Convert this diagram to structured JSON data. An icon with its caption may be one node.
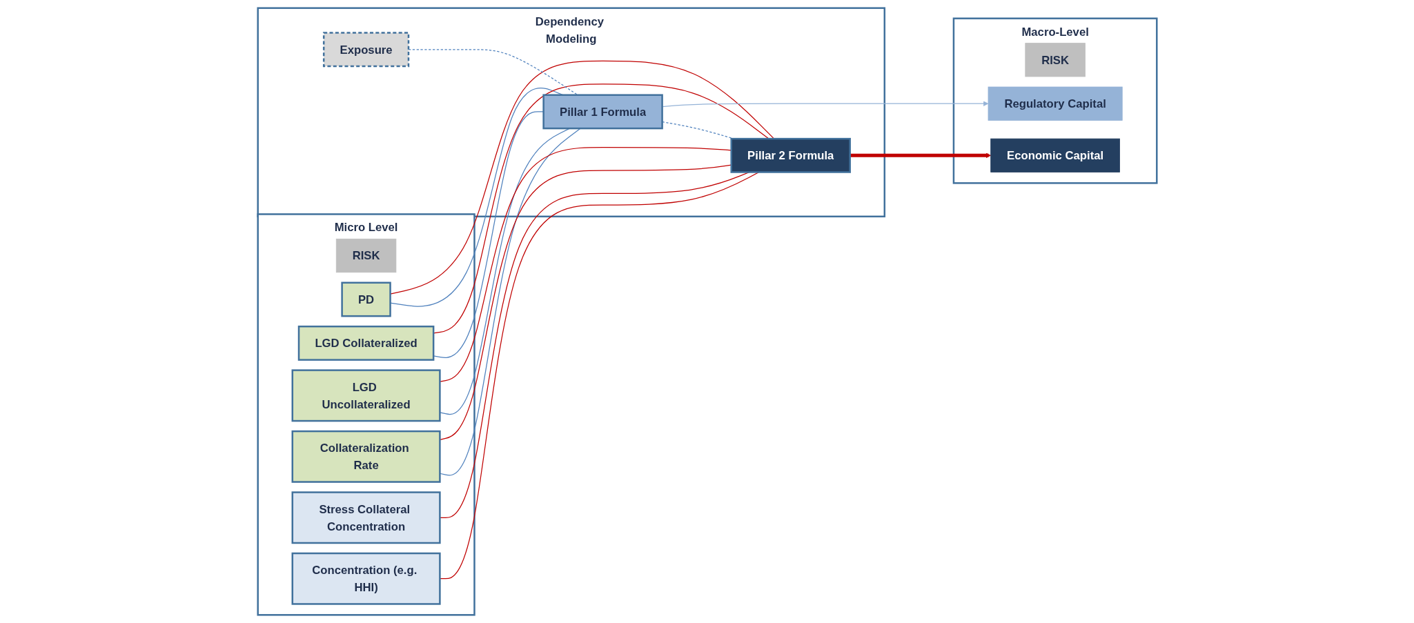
{
  "diagram": {
    "nodes": [
      {
        "text": [
          "Micro Level"
        ]
      },
      {
        "text": [
          "RISK"
        ],
        "in": 0
      },
      {
        "text": [
          "PD"
        ],
        "in": 0
      },
      {
        "text": [
          "LGD Collateralized"
        ],
        "in": 0
      },
      {
        "text": [
          "LGD Uncollateralized"
        ],
        "in": 0
      },
      {
        "text": [
          "Collateralization Rate"
        ],
        "in": 0
      },
      {
        "text": [
          "Stress Collateral Concentration"
        ],
        "in": 0
      },
      {
        "text": [
          "Concentration (e.g. HHI)"
        ],
        "in": 0
      },
      {
        "text": [
          "Dependency Modeling"
        ]
      },
      {
        "text": [
          "Exposure"
        ],
        "in": 8
      },
      {
        "text": [
          "Pillar 1 Formula"
        ],
        "in": 8
      },
      {
        "text": [
          "Pillar 2 Formula"
        ],
        "in": 8
      },
      {
        "text": [
          "Macro-Level"
        ]
      },
      {
        "text": [
          "RISK"
        ],
        "in": 12
      },
      {
        "text": [
          "Regulatory Capital"
        ],
        "in": 12
      },
      {
        "text": [
          "Economic Capital"
        ],
        "in": 12
      }
    ],
    "edges": [
      {
        "from": 2,
        "to": 10,
        "arrow": "none",
        "color": "#4f81bd"
      },
      {
        "from": 3,
        "to": 10,
        "arrow": "none",
        "color": "#4f81bd"
      },
      {
        "from": 4,
        "to": 10,
        "arrow": "none",
        "color": "#4f81bd"
      },
      {
        "from": 5,
        "to": 10,
        "arrow": "none",
        "color": "#4f81bd"
      },
      {
        "from": 2,
        "to": 11,
        "arrow": "none",
        "color": "#c00000"
      },
      {
        "from": 3,
        "to": 11,
        "arrow": "none",
        "color": "#c00000"
      },
      {
        "from": 4,
        "to": 11,
        "arrow": "none",
        "color": "#c00000"
      },
      {
        "from": 5,
        "to": 11,
        "arrow": "none",
        "color": "#c00000"
      },
      {
        "from": 6,
        "to": 11,
        "arrow": "none",
        "color": "#c00000"
      },
      {
        "from": 7,
        "to": 11,
        "arrow": "none",
        "color": "#c00000"
      },
      {
        "from": 9,
        "to": 10,
        "arrow": "none",
        "style": "dashed",
        "color": "#4f81bd"
      },
      {
        "from": 10,
        "to": 11,
        "arrow": "none",
        "style": "dashed",
        "color": "#4f81bd"
      },
      {
        "from": 10,
        "to": 14,
        "arrow": "to",
        "color": "#95b3d7"
      },
      {
        "from": 11,
        "to": 15,
        "arrow": "to",
        "style": "thick",
        "color": "#c00000"
      }
    ]
  }
}
